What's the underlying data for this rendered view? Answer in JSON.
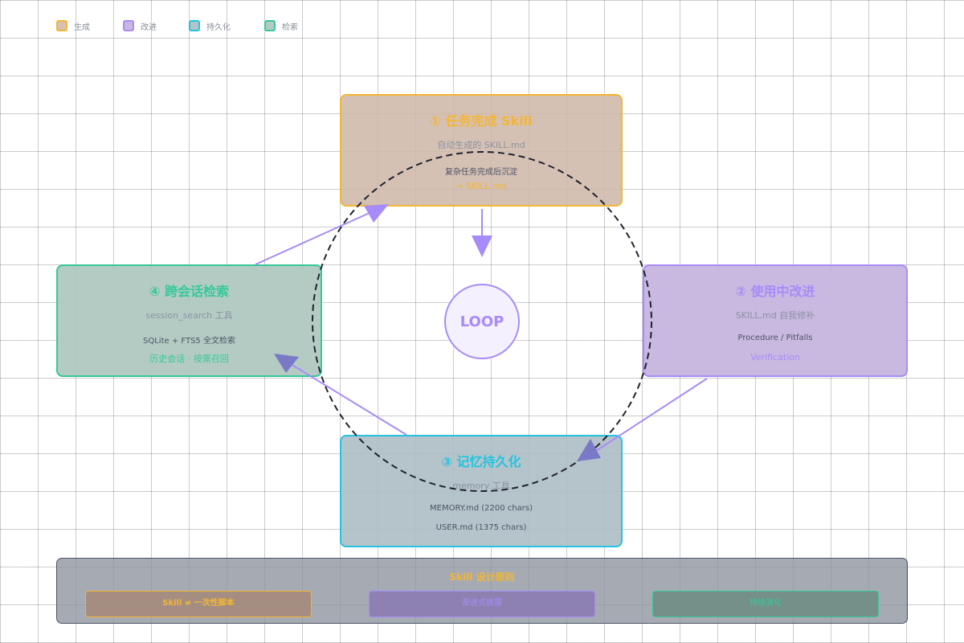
{
  "legend": [
    {
      "label": "生成",
      "border": "#f3b634",
      "fill": "#d6c2b4"
    },
    {
      "label": "改进",
      "border": "#a78bfa",
      "fill": "#c7b8e0"
    },
    {
      "label": "持久化",
      "border": "#22c4e0",
      "fill": "#b5c3c9"
    },
    {
      "label": "检索",
      "border": "#34c99a",
      "fill": "#b3c9c2"
    }
  ],
  "stages": [
    {
      "title": "① 任务完成 Skill",
      "subtitle": "自动生成的 SKILL.md",
      "line1": "复杂任务完成后沉淀",
      "line2": "→ SKILL.md",
      "accent": "#f3b634"
    },
    {
      "title": "② 使用中改进",
      "subtitle": "SKILL.md 自我修补",
      "line1": "Procedure / Pitfalls",
      "line2": "Verification",
      "accent": "#a78bfa"
    },
    {
      "title": "③ 记忆持久化",
      "subtitle": "memory 工具",
      "line1": "MEMORY.md (2200 chars)",
      "line2": "USER.md (1375 chars)",
      "accent": "#22c4e0"
    },
    {
      "title": "④ 跨会话检索",
      "subtitle": "session_search 工具",
      "line1": "SQLite + FTS5 全文检索",
      "line2": "历史会话 · 按需召回",
      "accent": "#34c99a"
    }
  ],
  "center": {
    "label": "LOOP"
  },
  "principles": {
    "title": "Skill 设计原则",
    "items": [
      "Skill ≠ 一次性脚本",
      "渐进式披露",
      "持续演化"
    ]
  },
  "colors": {
    "arrow": "#a78bfa",
    "arrow_head": "#7a79c8",
    "loop_ring": "#1f2430",
    "gold": "#f3b634",
    "purple": "#a78bfa",
    "cyan": "#22c4e0",
    "green": "#34c99a"
  }
}
